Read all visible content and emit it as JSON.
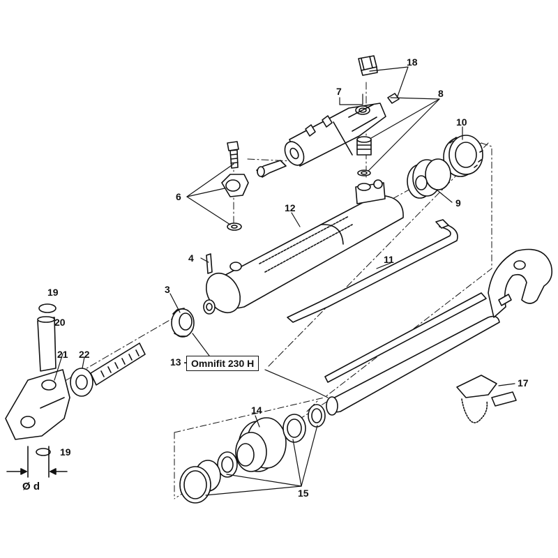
{
  "diagram": {
    "callouts": [
      {
        "id": "1",
        "text": "18"
      },
      {
        "id": "2",
        "text": "7"
      },
      {
        "id": "3",
        "text": "8"
      },
      {
        "id": "4",
        "text": "10"
      },
      {
        "id": "5",
        "text": "6"
      },
      {
        "id": "6",
        "text": "12"
      },
      {
        "id": "7",
        "text": "9"
      },
      {
        "id": "8",
        "text": "4"
      },
      {
        "id": "9",
        "text": "11"
      },
      {
        "id": "10",
        "text": "3"
      },
      {
        "id": "11",
        "text": "19"
      },
      {
        "id": "12",
        "text": "20"
      },
      {
        "id": "13",
        "text": "21"
      },
      {
        "id": "14",
        "text": "22"
      },
      {
        "id": "15",
        "text": "13 -"
      },
      {
        "id": "16",
        "text": "17"
      },
      {
        "id": "17",
        "text": "14"
      },
      {
        "id": "18",
        "text": "19"
      },
      {
        "id": "19",
        "text": "15"
      }
    ],
    "model_box": "Omnifit 230 H",
    "dimension_label": "Ø d"
  }
}
